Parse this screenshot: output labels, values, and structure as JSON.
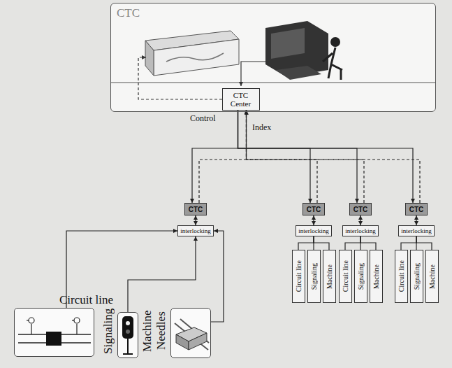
{
  "diagram": {
    "nodes": [
      {
        "text": [
          "CTC"
        ]
      },
      {
        "text": [
          "CTC Center"
        ],
        "in": 0
      },
      {
        "text": [
          "CTC"
        ]
      },
      {
        "text": [
          "CTC"
        ]
      },
      {
        "text": [
          "CTC"
        ]
      },
      {
        "text": [
          "CTC"
        ]
      },
      {
        "text": [
          "interlocking"
        ]
      },
      {
        "text": [
          "interlocking"
        ]
      },
      {
        "text": [
          "interlocking"
        ]
      },
      {
        "text": [
          "interlocking"
        ]
      },
      {
        "text": [
          "Circuit line"
        ]
      },
      {
        "text": [
          "Signaling"
        ]
      },
      {
        "text": [
          "Machine Needles"
        ]
      },
      {
        "text": [
          "Circuit line"
        ]
      },
      {
        "text": [
          "Signaling"
        ]
      },
      {
        "text": [
          "Machine"
        ]
      },
      {
        "text": [
          "Circuit line"
        ]
      },
      {
        "text": [
          "Signaling"
        ]
      },
      {
        "text": [
          "Machine"
        ]
      },
      {
        "text": [
          "Circuit line"
        ]
      },
      {
        "text": [
          "Signaling"
        ]
      },
      {
        "text": [
          "Machine"
        ]
      }
    ],
    "edges": [
      {
        "from": 1,
        "to": 2,
        "arrow": "to"
      },
      {
        "from": 1,
        "to": 3,
        "arrow": "to"
      },
      {
        "from": 1,
        "to": 4,
        "arrow": "to"
      },
      {
        "from": 1,
        "to": 5,
        "arrow": "to"
      },
      {
        "from": 2,
        "to": 1,
        "arrow": "to"
      },
      {
        "from": 3,
        "to": 1,
        "arrow": "to"
      },
      {
        "from": 4,
        "to": 1,
        "arrow": "to"
      },
      {
        "from": 5,
        "to": 1,
        "arrow": "to"
      },
      {
        "from": 2,
        "to": 6,
        "arrow": "both"
      },
      {
        "from": 3,
        "to": 7,
        "arrow": "both"
      },
      {
        "from": 4,
        "to": 8,
        "arrow": "both"
      },
      {
        "from": 5,
        "to": 9,
        "arrow": "both"
      },
      {
        "from": 10,
        "to": 6,
        "arrow": "to"
      },
      {
        "from": 11,
        "to": 6,
        "arrow": "to"
      },
      {
        "from": 12,
        "to": 6,
        "arrow": "to"
      },
      {
        "from": 7,
        "to": 13,
        "arrow": "none"
      },
      {
        "from": 7,
        "to": 14,
        "arrow": "none"
      },
      {
        "from": 7,
        "to": 15,
        "arrow": "none"
      },
      {
        "from": 8,
        "to": 16,
        "arrow": "none"
      },
      {
        "from": 8,
        "to": 17,
        "arrow": "none"
      },
      {
        "from": 8,
        "to": 18,
        "arrow": "none"
      },
      {
        "from": 9,
        "to": 19,
        "arrow": "none"
      },
      {
        "from": 9,
        "to": 20,
        "arrow": "none"
      },
      {
        "from": 9,
        "to": 21,
        "arrow": "none"
      }
    ],
    "labels": [
      "Control",
      "Index"
    ]
  }
}
